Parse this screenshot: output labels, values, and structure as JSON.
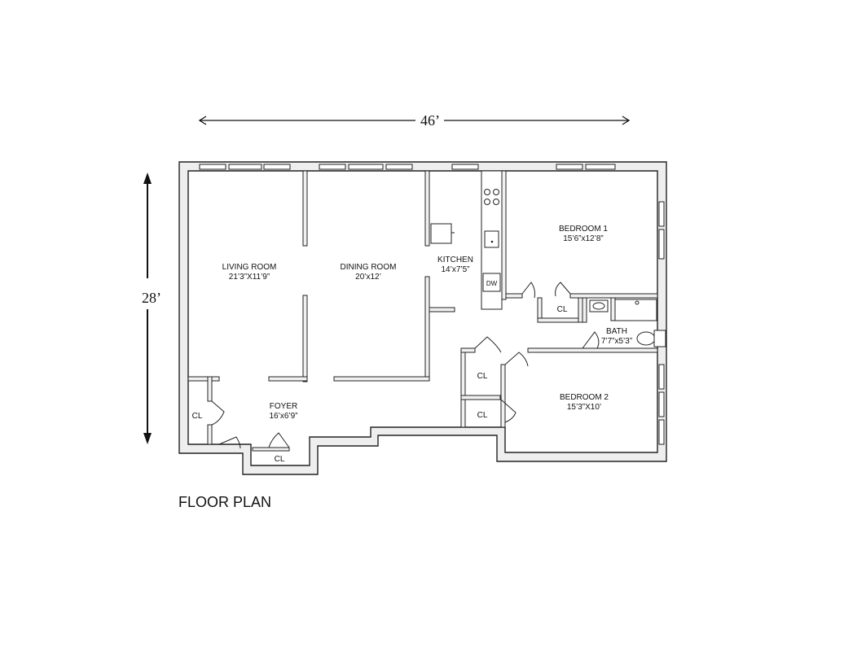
{
  "plan": {
    "title": "FLOOR PLAN",
    "width_label": "46’",
    "height_label": "28’",
    "rooms": [
      {
        "name": "LIVING ROOM",
        "size": "21’3”X11’9”"
      },
      {
        "name": "DINING ROOM",
        "size": "20’x12’"
      },
      {
        "name": "KITCHEN",
        "size": "14’x7’5”"
      },
      {
        "name": "BEDROOM 1",
        "size": "15’6”x12’8”"
      },
      {
        "name": "BATH",
        "size": "7’7”x5’3”"
      },
      {
        "name": "BEDROOM 2",
        "size": "15’3”X10’"
      },
      {
        "name": "FOYER",
        "size": "16’x6’9”"
      }
    ],
    "closet_label": "CL",
    "dishwasher_label": "DW"
  }
}
